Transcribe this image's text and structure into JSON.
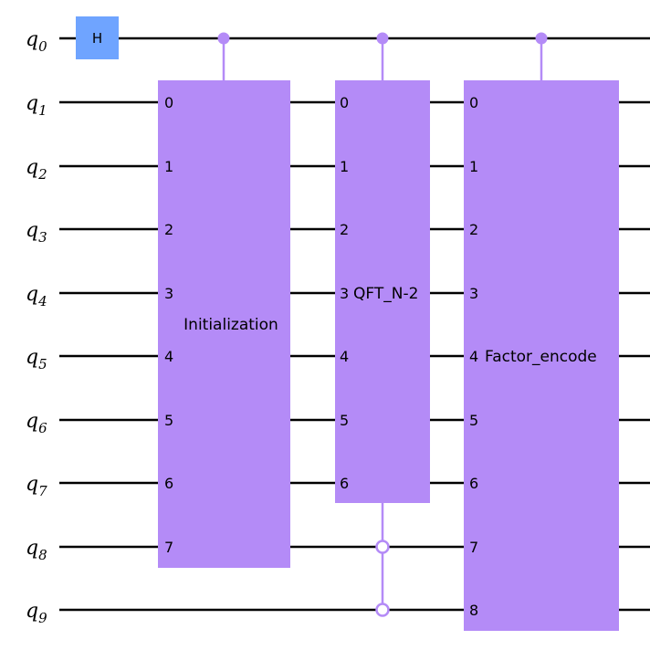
{
  "qubits": [
    {
      "name": "q",
      "index": "0"
    },
    {
      "name": "q",
      "index": "1"
    },
    {
      "name": "q",
      "index": "2"
    },
    {
      "name": "q",
      "index": "3"
    },
    {
      "name": "q",
      "index": "4"
    },
    {
      "name": "q",
      "index": "5"
    },
    {
      "name": "q",
      "index": "6"
    },
    {
      "name": "q",
      "index": "7"
    },
    {
      "name": "q",
      "index": "8"
    },
    {
      "name": "q",
      "index": "9"
    }
  ],
  "gates": {
    "h": {
      "label": "H",
      "qubit": 0,
      "color": "#6fa4ff"
    },
    "init": {
      "label": "Initialization",
      "pins": [
        "0",
        "1",
        "2",
        "3",
        "4",
        "5",
        "6",
        "7"
      ],
      "control": 0,
      "color": "#b48bf7"
    },
    "qft": {
      "label": "QFT_N-2",
      "pins": [
        "0",
        "1",
        "2",
        "3",
        "4",
        "5",
        "6"
      ],
      "control": 0,
      "open_controls": [
        8,
        9
      ],
      "color": "#b48bf7"
    },
    "factor": {
      "label": "Factor_encode",
      "pins": [
        "0",
        "1",
        "2",
        "3",
        "4",
        "5",
        "6",
        "7",
        "8"
      ],
      "control": 0,
      "color": "#b48bf7"
    }
  }
}
